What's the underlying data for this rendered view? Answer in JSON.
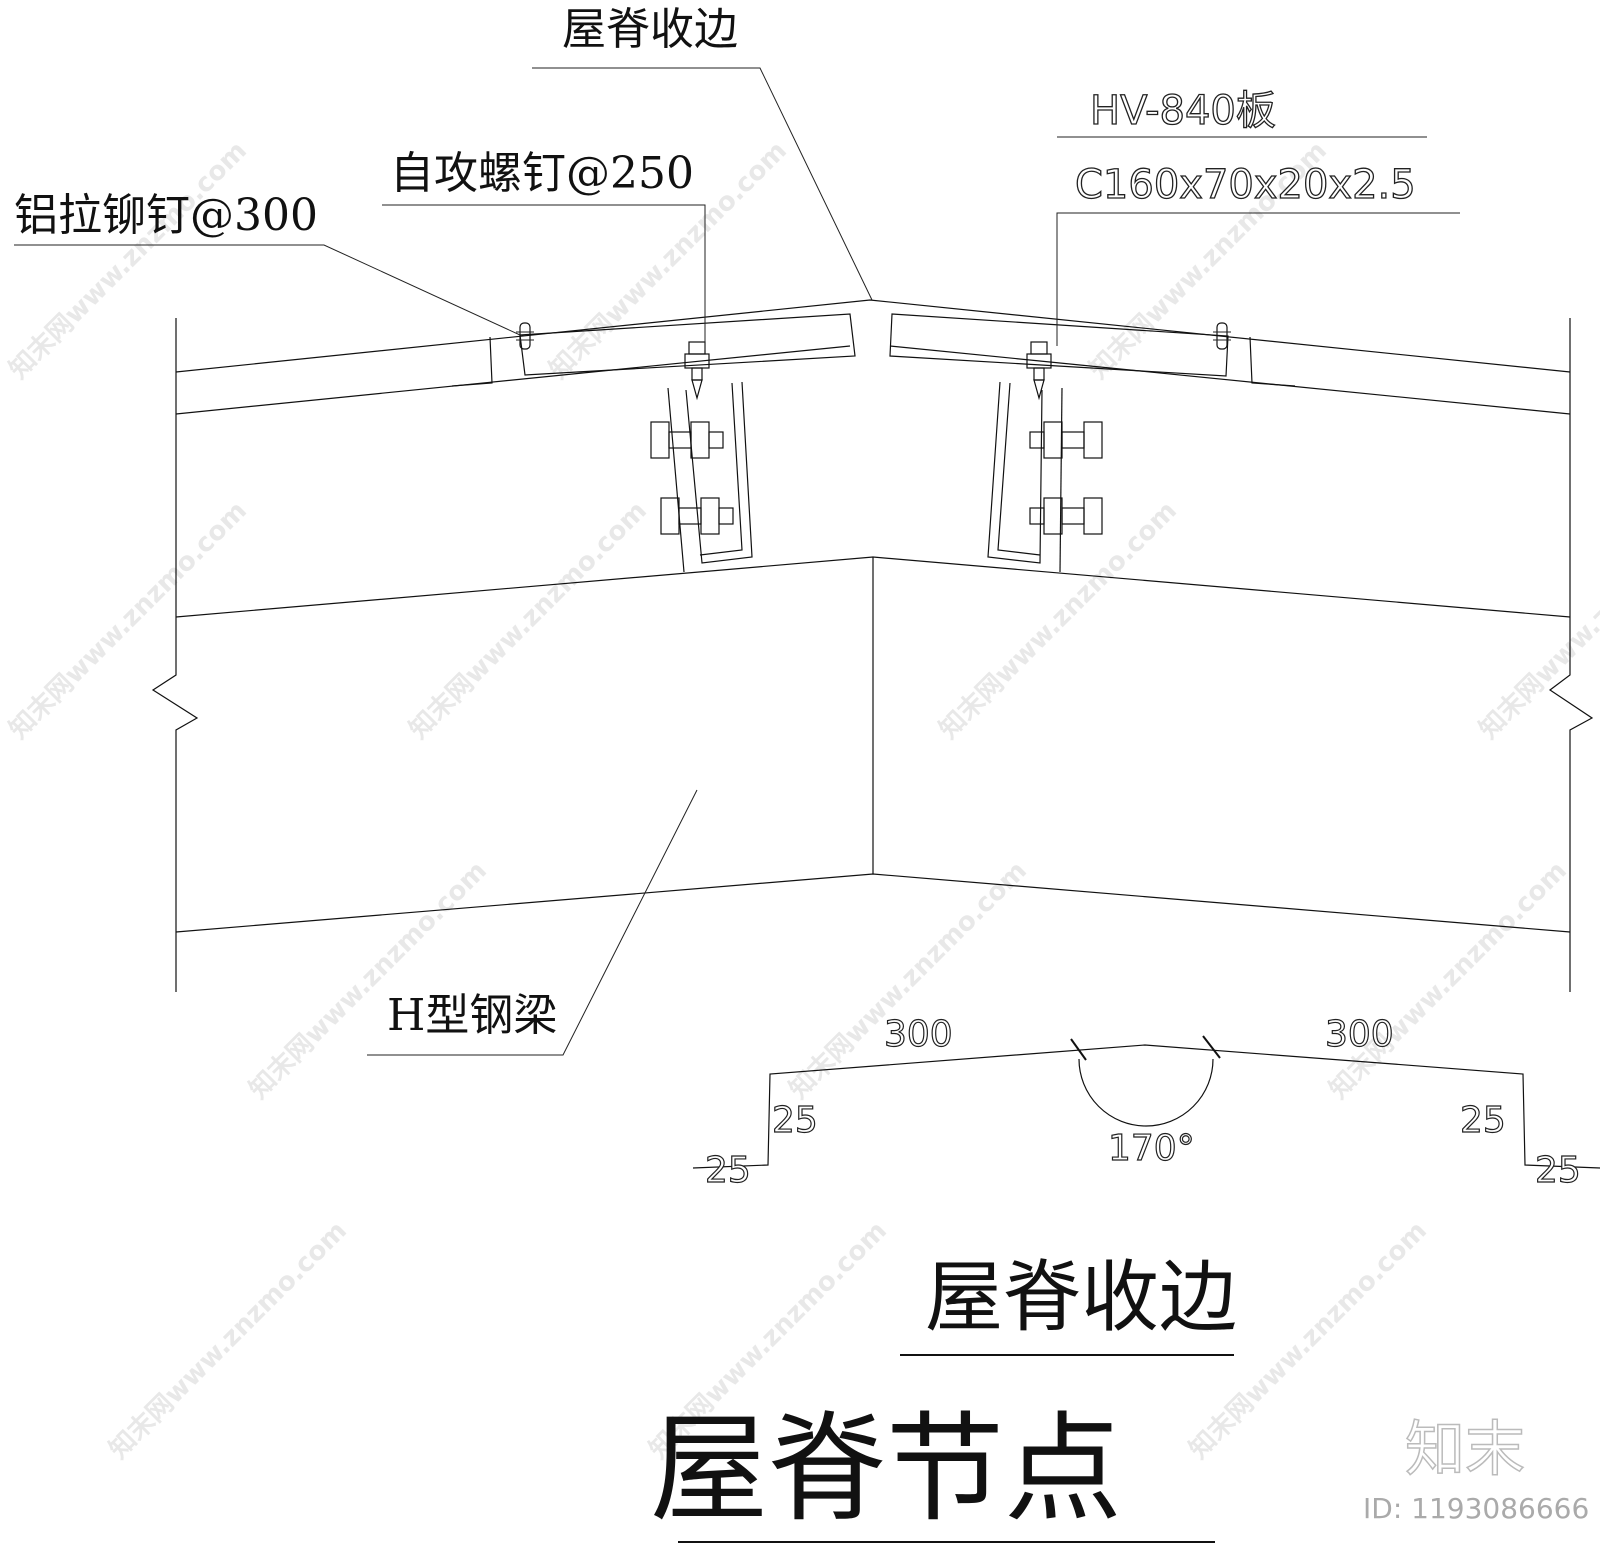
{
  "labels": {
    "ridge_flashing": "屋脊收边",
    "panel": "HV-840板",
    "purlin": "C160x70x20x2.5",
    "screw": "自攻螺钉@250",
    "rivet": "铝拉铆钉@300",
    "beam": "H型钢梁"
  },
  "dimensions": {
    "left_top": "300",
    "right_top": "300",
    "angle": "170°",
    "left_upper": "25",
    "left_lower": "25",
    "right_upper": "25",
    "right_lower": "25"
  },
  "titles": {
    "subtitle": "屋脊收边",
    "main": "屋脊节点"
  },
  "brand": {
    "name": "知末",
    "id": "ID: 1193086666"
  },
  "watermark": "知末网www.znzmo.com",
  "colors": {
    "line": "#111111",
    "background": "#ffffff",
    "watermark": "#e8e8e8"
  }
}
